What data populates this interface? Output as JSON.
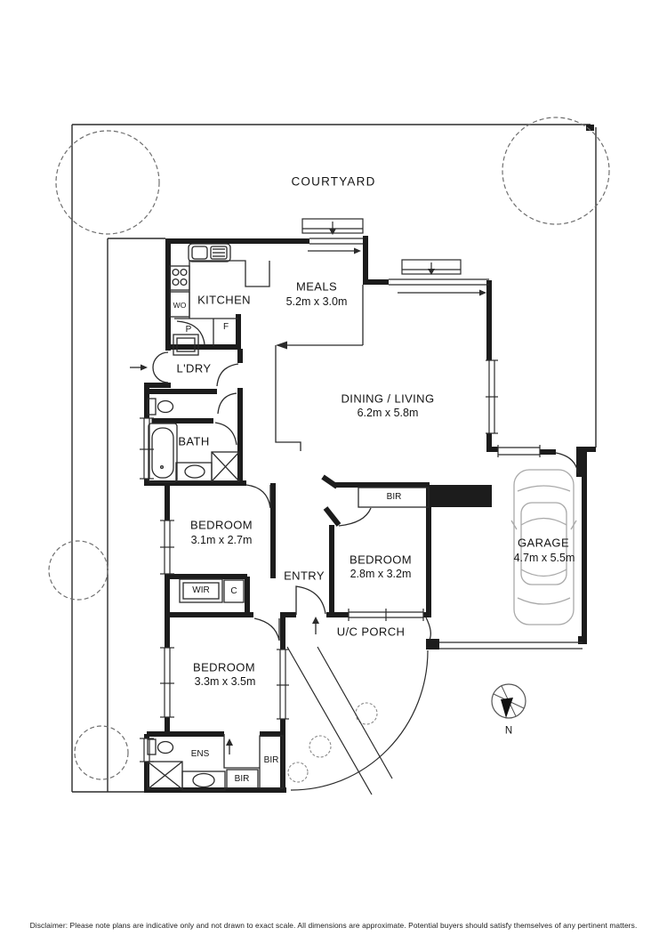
{
  "site": {
    "courtyard_label": "COURTYARD",
    "compass_label": "N"
  },
  "rooms": {
    "kitchen": {
      "name": "KITCHEN"
    },
    "meals": {
      "name": "MEALS",
      "dims": "5.2m x 3.0m"
    },
    "dining_living": {
      "name": "DINING / LIVING",
      "dims": "6.2m x 5.8m"
    },
    "laundry": {
      "name": "L'DRY"
    },
    "bath": {
      "name": "BATH"
    },
    "bedroom1": {
      "name": "BEDROOM",
      "dims": "3.1m x 2.7m"
    },
    "entry": {
      "name": "ENTRY"
    },
    "bedroom2": {
      "name": "BEDROOM",
      "dims": "2.8m x 3.2m"
    },
    "garage": {
      "name": "GARAGE",
      "dims": "4.7m x 5.5m"
    },
    "porch": {
      "name": "U/C PORCH"
    },
    "bedroom3": {
      "name": "BEDROOM",
      "dims": "3.3m x 3.5m"
    },
    "ensuite": {
      "name": "ENS"
    }
  },
  "storage": {
    "wir": "WIR",
    "closet": "C",
    "bir_living": "BIR",
    "bir_hall": "BIR",
    "bir_robe": "BIR"
  },
  "appliances": {
    "wall_oven": "WO",
    "pantry": "P",
    "fridge": "F"
  },
  "footer": {
    "disclaimer": "Disclaimer: Please note plans are indicative only and not drawn to exact scale. All dimensions are approximate. Potential buyers should satisfy themselves of any pertinent matters."
  },
  "colors": {
    "wall": "#1c1c1c",
    "line": "#2b2b2b",
    "light_detail": "#a9a9a9",
    "foliage": "#6f6f6f",
    "background": "#ffffff"
  }
}
